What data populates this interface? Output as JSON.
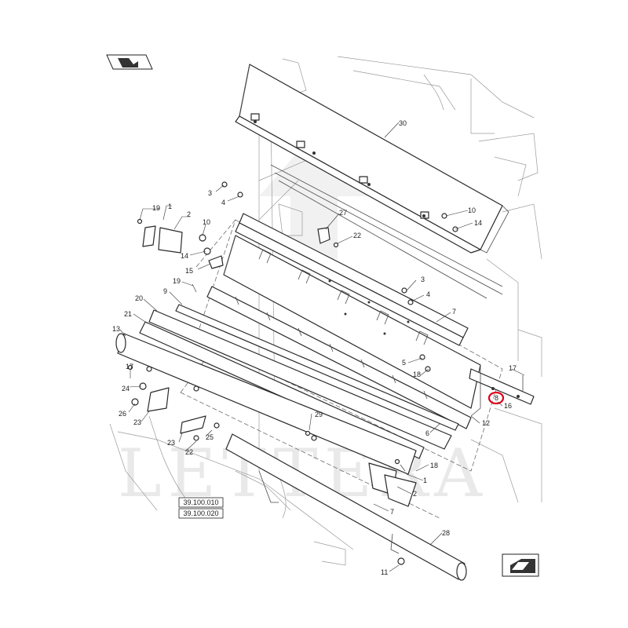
{
  "watermark": "LETTERA",
  "refs": [
    "39.100.010",
    "39.100.020"
  ],
  "colors": {
    "ink": "#2a2a2a",
    "highlight": "#e0001b",
    "watermark": "#e9e9e9"
  },
  "icons": {
    "top_left": "book-arrow-icon",
    "bottom_right": "next-page-arrow-icon"
  },
  "callouts": {
    "c30": "30",
    "c3a": "3",
    "c4a": "4",
    "c10a": "10",
    "c14a": "14",
    "c27": "27",
    "c22a": "22",
    "c19a": "19",
    "c1a": "1",
    "c2a": "2",
    "c10b": "10",
    "c14b": "14",
    "c15": "15",
    "c19b": "19",
    "c9": "9",
    "c3b": "3",
    "c4b": "4",
    "c7a": "7",
    "c20": "20",
    "c21": "21",
    "c13": "13",
    "c5": "5",
    "c18a": "18",
    "c17a": "17",
    "c8": "8",
    "c16": "16",
    "c17b": "17",
    "c24": "24",
    "c12": "12",
    "c26": "26",
    "c23a": "23",
    "c29": "29",
    "c6": "6",
    "c25": "25",
    "c23b": "23",
    "c22b": "22",
    "c18b": "18",
    "c1b": "1",
    "c2b": "2",
    "c7b": "7",
    "c28": "28",
    "c11": "11"
  }
}
